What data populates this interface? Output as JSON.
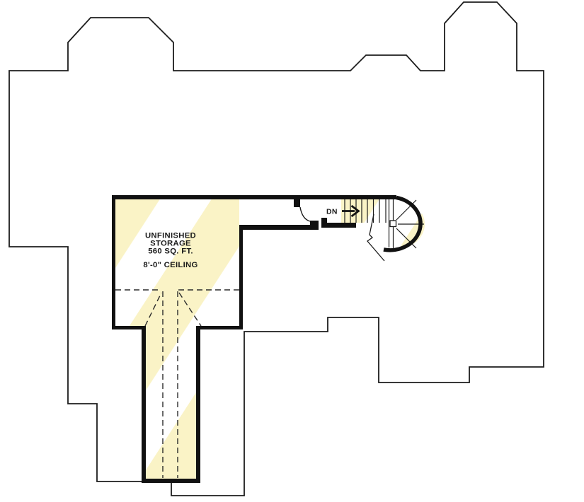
{
  "plan": {
    "room": {
      "line1": "UNFINISHED",
      "line2": "STORAGE",
      "line3": "560 SQ. FT.",
      "ceiling": "8'-0\" CEILING"
    },
    "stair": {
      "direction_label": "DN"
    }
  },
  "colors": {
    "stripe_yellow": "#FAF3C6",
    "stripe_white": "#FFFFFF",
    "wall": "#111111",
    "line": "#1C1C1C"
  },
  "icons": {
    "dn_arrow_icon": "→"
  }
}
